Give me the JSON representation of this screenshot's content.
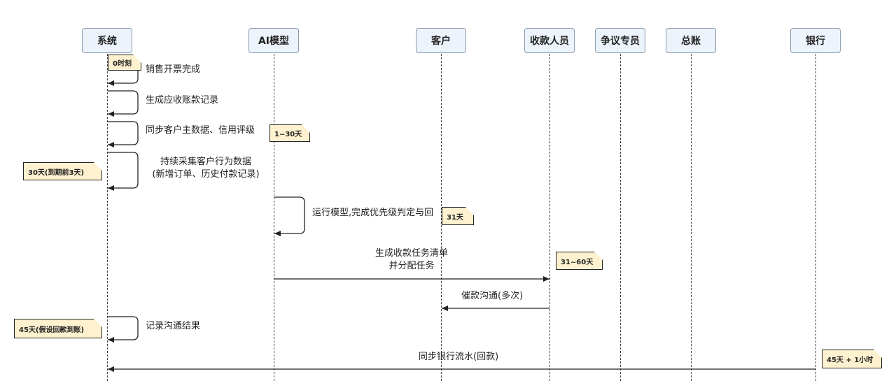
{
  "participants": {
    "system": "系统",
    "ai_model": "AI模型",
    "customer": "客户",
    "collector": "收款人员",
    "dispute": "争议专员",
    "ledger": "总账",
    "bank": "银行"
  },
  "messages": {
    "m1": "销售开票完成",
    "m2": "生成应收账款记录",
    "m3": "同步客户主数据、信用评级",
    "m4_line1": "持续采集客户行为数据",
    "m4_line2": "(新增订单、历史付款记录)",
    "m5": "运行模型,完成优先级判定与回",
    "m6_line1": "生成收款任务清单",
    "m6_line2": "并分配任务",
    "m7": "催款沟通(多次)",
    "m8": "记录沟通结果",
    "m9": "同步银行流水(回款)"
  },
  "notes": {
    "n1": "0时刻",
    "n2": "1~30天",
    "n3": "30天(到期前3天)",
    "n4": "31天",
    "n5": "31~60天",
    "n6": "45天(假设回款到账)",
    "n7": "45天 + 1小时"
  },
  "colors": {
    "participant_fill": "#edf3fb",
    "participant_border": "#8a9bb0",
    "note_fill": "#fdf1cf",
    "line": "#222222"
  }
}
